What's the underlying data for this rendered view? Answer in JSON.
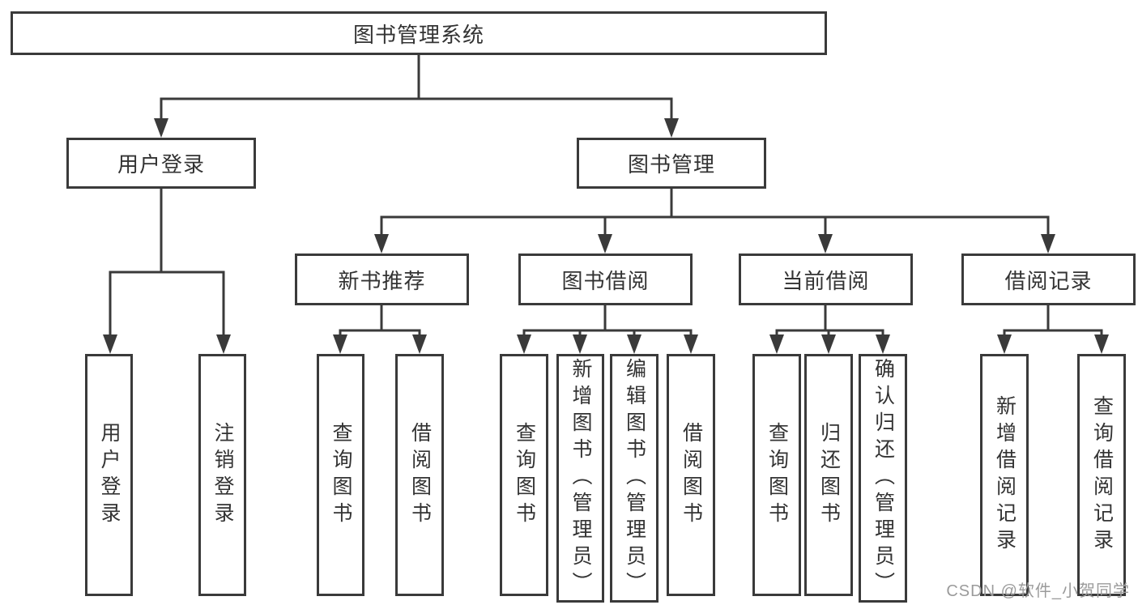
{
  "diagram": {
    "root": {
      "label": "图书管理系统"
    },
    "level1": [
      {
        "label": "用户登录"
      },
      {
        "label": "图书管理"
      }
    ],
    "level2": [
      {
        "label": "新书推荐"
      },
      {
        "label": "图书借阅"
      },
      {
        "label": "当前借阅"
      },
      {
        "label": "借阅记录"
      }
    ],
    "leaves": [
      {
        "label": "用户登录"
      },
      {
        "label": "注销登录"
      },
      {
        "label": "查询图书"
      },
      {
        "label": "借阅图书"
      },
      {
        "label": "查询图书"
      },
      {
        "label": "新增图书（管理员）"
      },
      {
        "label": "编辑图书（管理员）"
      },
      {
        "label": "借阅图书"
      },
      {
        "label": "查询图书"
      },
      {
        "label": "归还图书"
      },
      {
        "label": "确认归还（管理员）"
      },
      {
        "label": "新增借阅记录"
      },
      {
        "label": "查询借阅记录"
      }
    ]
  },
  "colors": {
    "line": "#3a3a3a",
    "text": "#333333",
    "background": "#ffffff",
    "watermark": "#9b9b9b"
  },
  "watermark": {
    "text": "CSDN @软件_小贺同学"
  }
}
